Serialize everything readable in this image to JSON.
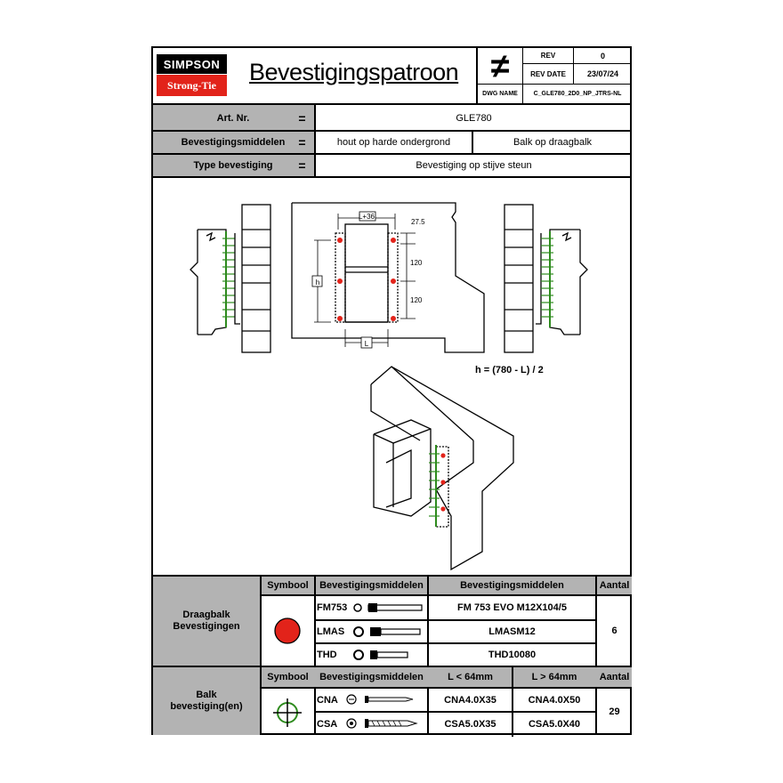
{
  "header": {
    "brand_top": "SIMPSON",
    "brand_bottom": "Strong-Tie",
    "title": "Bevestigingspatroon",
    "not_equal_symbol": "≠",
    "rev_label": "REV",
    "rev_value": "0",
    "rev_date_label": "REV DATE",
    "rev_date_value": "23/07/24",
    "dwg_name_label": "DWG NAME",
    "dwg_name_value": "C_GLE780_2D0_NP_JTRS-NL"
  },
  "info": {
    "eq": "=",
    "art_label": "Art. Nr.",
    "art_value": "GLE780",
    "fix_label": "Bevestigingsmiddelen",
    "fix_value_left": "hout op harde ondergrond",
    "fix_value_right": "Balk op draagbalk",
    "type_label": "Type bevestiging",
    "type_value": "Bevestiging op stijve steun"
  },
  "drawing": {
    "dim_width": "L+36",
    "dim_top": "27.5",
    "dim_mid1": "120",
    "dim_mid2": "120",
    "dim_h": "h",
    "dim_L": "L",
    "formula": "h = (780 - L) / 2"
  },
  "table1": {
    "group_label": "Draagbalk\nBevestigingen",
    "col_symbol": "Symbool",
    "col_means": "Bevestigingsmiddelen",
    "col_means2": "Bevestigingsmiddelen",
    "col_qty": "Aantal",
    "rows": [
      {
        "code": "FM753",
        "product": "FM 753 EVO M12X104/5"
      },
      {
        "code": "LMAS",
        "product": "LMASM12"
      },
      {
        "code": "THD",
        "product": "THD10080"
      }
    ],
    "qty": "6",
    "symbol_color": "#e2231a"
  },
  "table2": {
    "group_label": "Balk\nbevestiging(en)",
    "col_symbol": "Symbool",
    "col_means": "Bevestigingsmiddelen",
    "col_lt": "L < 64mm",
    "col_gt": "L > 64mm",
    "col_qty": "Aantal",
    "rows": [
      {
        "code": "CNA",
        "lt": "CNA4.0X35",
        "gt": "CNA4.0X50"
      },
      {
        "code": "CSA",
        "lt": "CSA5.0X35",
        "gt": "CSA5.0X40"
      }
    ],
    "qty": "29",
    "symbol_color": "#2e8b1e"
  }
}
